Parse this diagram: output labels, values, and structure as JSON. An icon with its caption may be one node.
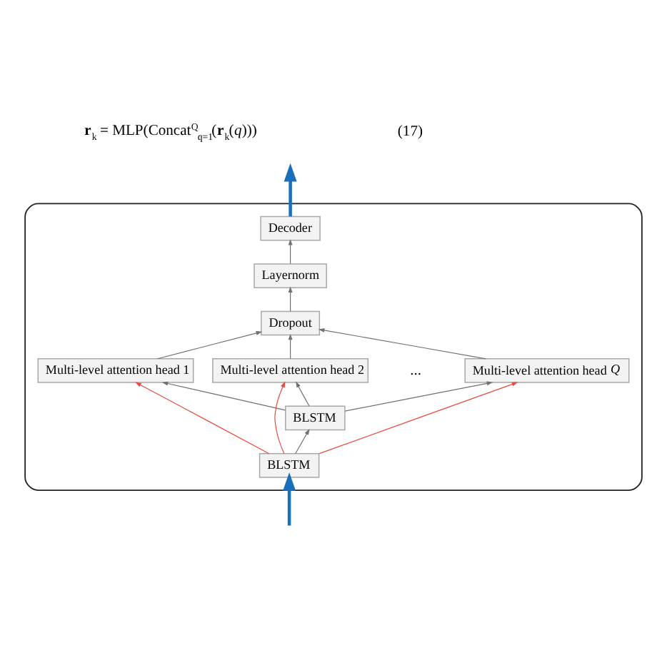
{
  "diagram": {
    "nodes": [
      {
        "text": [],
        "shape": "box"
      },
      {
        "text": [
          "Decoder"
        ],
        "in": 0
      },
      {
        "text": [
          "Layernorm"
        ],
        "in": 0
      },
      {
        "text": [
          "Dropout"
        ],
        "in": 0
      },
      {
        "text": [
          "Multi-level attention head 1"
        ],
        "in": 0
      },
      {
        "text": [
          "Multi-level attention head 2"
        ],
        "in": 0
      },
      {
        "text": [
          "Multi-level attention head *Q*"
        ],
        "in": 0
      },
      {
        "text": [
          "BLSTM"
        ],
        "in": 0
      },
      {
        "text": [
          "BLSTM"
        ],
        "in": 0
      }
    ],
    "edges": [
      {
        "from": 1,
        "to": null,
        "arrow": "to",
        "style": "thick",
        "color": "#1b6fb8"
      },
      {
        "from": 2,
        "to": 1,
        "arrow": "to"
      },
      {
        "from": 3,
        "to": 2,
        "arrow": "to"
      },
      {
        "from": 4,
        "to": 3,
        "arrow": "to"
      },
      {
        "from": 5,
        "to": 3,
        "arrow": "to"
      },
      {
        "from": 6,
        "to": 3,
        "arrow": "to"
      },
      {
        "from": 7,
        "to": 4,
        "arrow": "to"
      },
      {
        "from": 7,
        "to": 5,
        "arrow": "to"
      },
      {
        "from": 7,
        "to": 6,
        "arrow": "to"
      },
      {
        "from": 8,
        "to": 7,
        "arrow": "to"
      },
      {
        "from": 8,
        "to": 4,
        "arrow": "to",
        "color": "#e8493f"
      },
      {
        "from": 8,
        "to": 5,
        "arrow": "to",
        "color": "#e8493f"
      },
      {
        "from": 8,
        "to": 6,
        "arrow": "to",
        "color": "#e8493f"
      },
      {
        "from": null,
        "to": 8,
        "arrow": "to",
        "style": "thick",
        "color": "#1b6fb8"
      }
    ],
    "labels": [
      "**r**$_{k}$ = MLP(Concat$^{Q}$$_{q=1}$(**r**$_{k}$(*q*)))",
      "(17)",
      "..."
    ]
  }
}
